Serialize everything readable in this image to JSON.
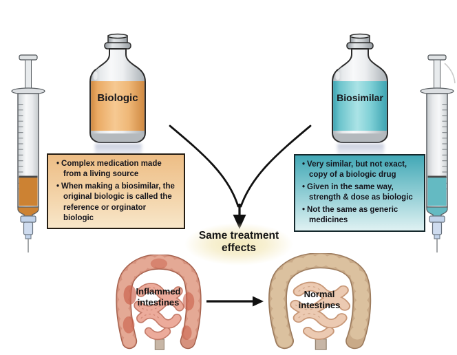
{
  "glyphs": {
    "bullet": "•"
  },
  "vials": {
    "left": {
      "label": "Biologic"
    },
    "right": {
      "label": "Biosimilar"
    }
  },
  "boxes": {
    "left": {
      "bullets": [
        "Complex medication made from a living source",
        "When making a biosimilar, the original biologic is called the reference or orginator biologic"
      ]
    },
    "right": {
      "bullets": [
        "Very similar, but not exact, copy of a biologic drug",
        "Given in the same way, strength & dose as biologic",
        "Not the same as generic medicines"
      ]
    }
  },
  "center": {
    "line1": "Same treatment",
    "line2": "effects"
  },
  "intestines": {
    "left": {
      "line1": "Inflammed",
      "line2": "intestines"
    },
    "right": {
      "line1": "Normal",
      "line2": "intestines"
    }
  },
  "colors": {
    "biologic_accent": "#e8a862",
    "biosimilar_accent": "#52b2c0",
    "box_left_top": "#edbd85",
    "box_left_bottom": "#f8e6c9",
    "box_right_top": "#42a8b6",
    "box_right_bottom": "#dff1f2",
    "caption_glow": "#f4eabc",
    "arrow": "#111111"
  }
}
